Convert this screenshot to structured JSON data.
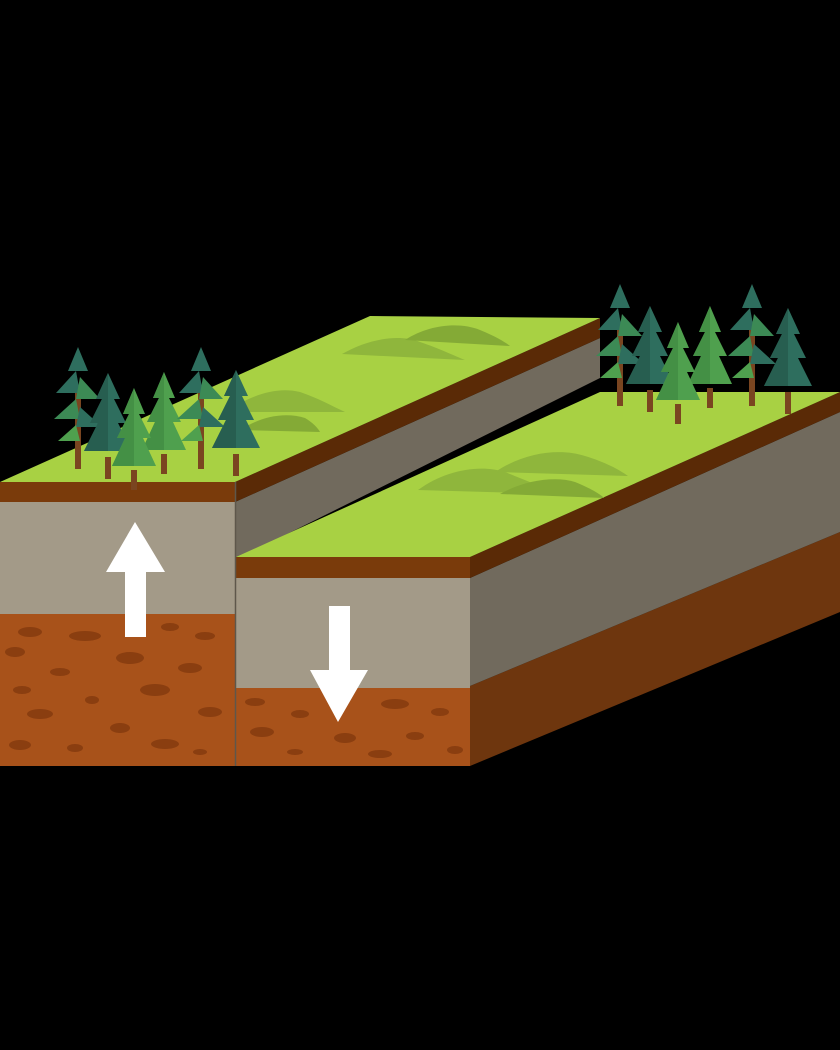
{
  "diagram": {
    "kind": "normal-fault-block-diagram",
    "blocks": [
      {
        "id": "footwall-block",
        "motion": "up",
        "arrow_icon": "arrow-up-icon"
      },
      {
        "id": "hanging-wall-block",
        "motion": "down",
        "arrow_icon": "arrow-down-icon"
      }
    ],
    "layers": [
      "grass",
      "topsoil",
      "gray-rock",
      "brown-soil"
    ],
    "colors": {
      "background": "#000000",
      "grass": "#A8D143",
      "hill": "#8FB63C",
      "topsoil": "#7A3B0B",
      "topsoil_side": "#5A2A06",
      "rock_front": "#A39A88",
      "rock_side": "#716A5D",
      "soil_front": "#A8521A",
      "soil_side": "#6E360E",
      "pebble": "#8A3E10",
      "arrow": "#FFFFFF",
      "tree_dark": "#2E6E5E",
      "tree_light": "#4FA04E",
      "trunk": "#7A4520"
    },
    "icons": [
      "pine-tree-icon",
      "arrow-up-icon",
      "arrow-down-icon",
      "hill-icon"
    ]
  }
}
